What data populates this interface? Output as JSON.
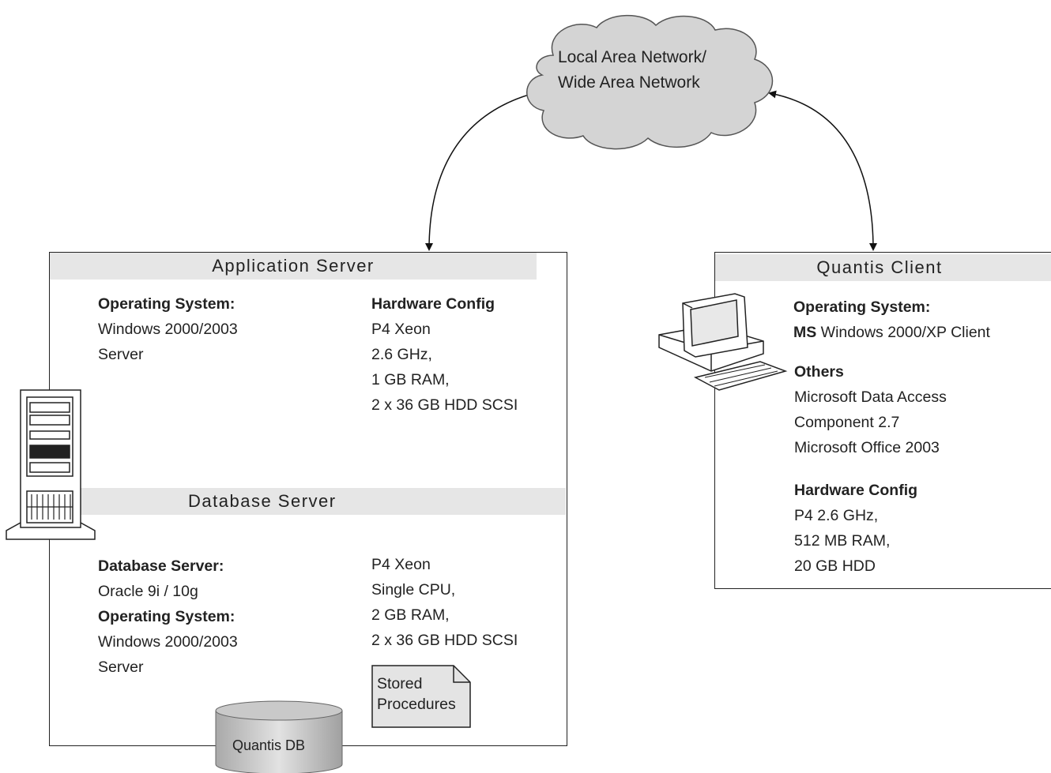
{
  "network": {
    "line1": "Local Area Network/",
    "line2": "Wide Area Network"
  },
  "app_server": {
    "title": "Application Server",
    "os_heading": "Operating System:",
    "os_lines": [
      "Windows 2000/2003",
      "Server"
    ],
    "hw_heading": "Hardware Config",
    "hw_lines": [
      "P4 Xeon",
      "2.6 GHz,",
      "1 GB RAM,",
      "2 x 36 GB HDD SCSI"
    ]
  },
  "db_server": {
    "title": "Database Server",
    "db_heading": "Database Server:",
    "db_value": "Oracle 9i / 10g",
    "os_heading": "Operating System:",
    "os_lines": [
      "Windows 2000/2003",
      "Server"
    ],
    "hw_lines": [
      "P4 Xeon",
      "Single CPU,",
      "2 GB RAM,",
      "2 x 36 GB HDD SCSI"
    ],
    "stored_procedures": [
      "Stored",
      "Procedures"
    ],
    "database_label": "Quantis DB"
  },
  "client": {
    "title": "Quantis Client",
    "os_heading": "Operating System:",
    "os_prefix": "MS",
    "os_rest": " Windows 2000/XP Client",
    "others_heading": "Others",
    "others_lines": [
      "Microsoft Data Access",
      "Component 2.7",
      "Microsoft Office 2003"
    ],
    "hw_heading": "Hardware Config",
    "hw_lines": [
      "P4 2.6 GHz,",
      "512 MB RAM,",
      "20 GB HDD"
    ]
  },
  "icons": [
    "cloud-icon",
    "server-tower-icon",
    "desktop-computer-icon",
    "database-cylinder-icon",
    "document-icon"
  ],
  "colors": {
    "header_bg": "#e6e6e6",
    "line": "#222222",
    "cloud": "#d4d4d4"
  }
}
